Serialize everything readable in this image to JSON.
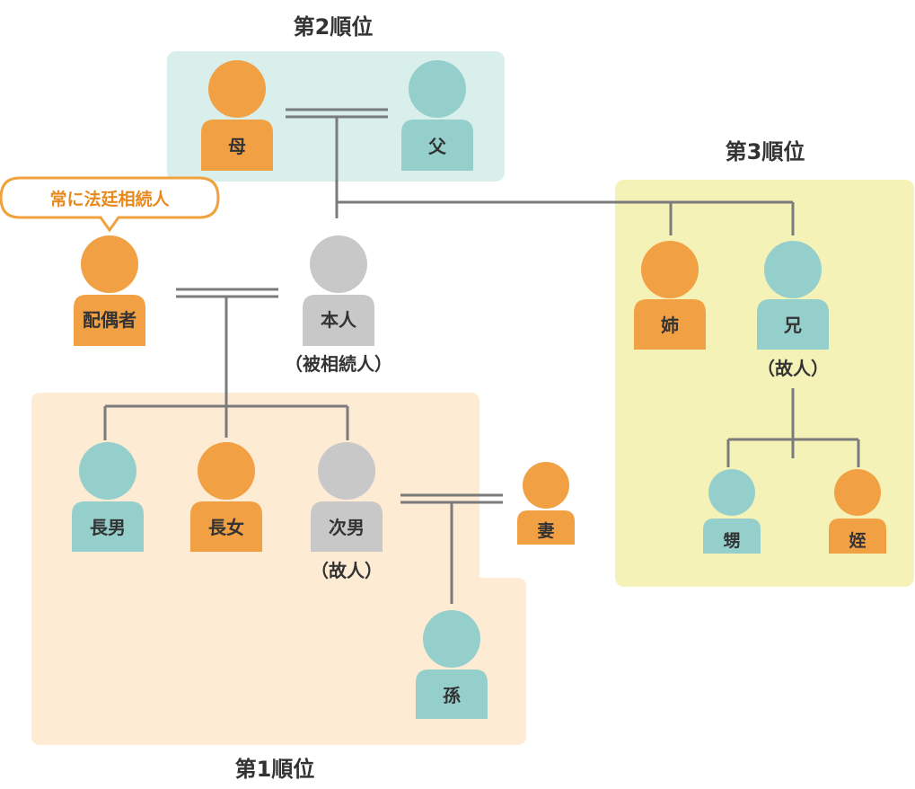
{
  "diagram": {
    "rank2_label": "第2順位",
    "rank3_label": "第3順位",
    "rank1_label": "第1順位",
    "callout": "常に法廷相続人"
  },
  "people": {
    "mother": "母",
    "father": "父",
    "spouse": "配偶者",
    "self": "本人",
    "self_note": "（被相続人）",
    "elder_sister": "姉",
    "elder_brother": "兄",
    "elder_brother_note": "（故人）",
    "nephew": "甥",
    "niece": "姪",
    "eldest_son": "長男",
    "eldest_daughter": "長女",
    "second_son": "次男",
    "second_son_note": "（故人）",
    "wife": "妻",
    "grandchild": "孫"
  },
  "colors": {
    "orange": "#F2A044",
    "teal": "#95CFCB",
    "gray": "#C8C8C8",
    "line": "#7B7B7B",
    "rank2_bg": "#D8EFEB",
    "rank3_bg": "#F5F2B8",
    "rank1_bg": "#FDEBD3",
    "callout_border": "#F0A23F",
    "callout_text": "#E8891C",
    "text": "#333333"
  }
}
